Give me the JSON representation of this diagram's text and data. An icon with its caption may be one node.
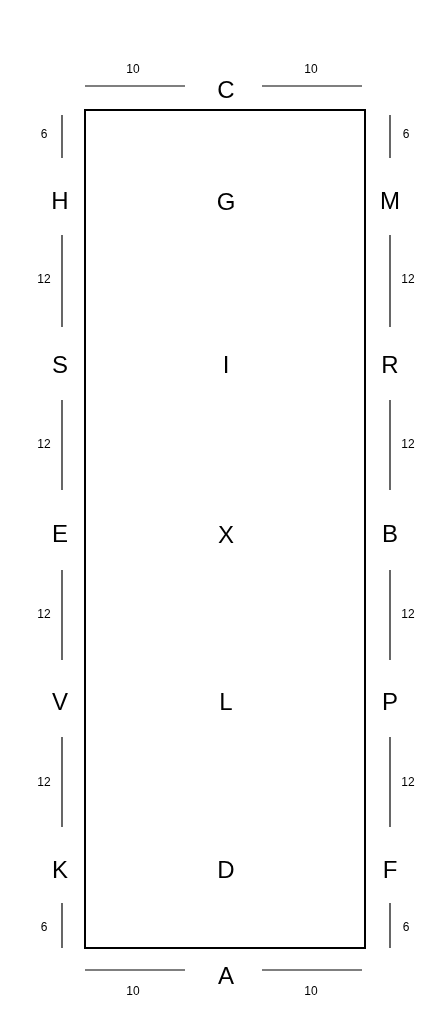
{
  "diagram": {
    "nodes": [
      {
        "text": [
          "G",
          "I",
          "X",
          "L",
          "D"
        ]
      }
    ],
    "edges": [],
    "labels": [
      "10",
      "C",
      "10",
      "6",
      "6",
      "H",
      "M",
      "12",
      "12",
      "S",
      "R",
      "12",
      "12",
      "E",
      "B",
      "12",
      "12",
      "V",
      "P",
      "12",
      "12",
      "K",
      "F",
      "6",
      "6",
      "10",
      "A",
      "10"
    ]
  }
}
